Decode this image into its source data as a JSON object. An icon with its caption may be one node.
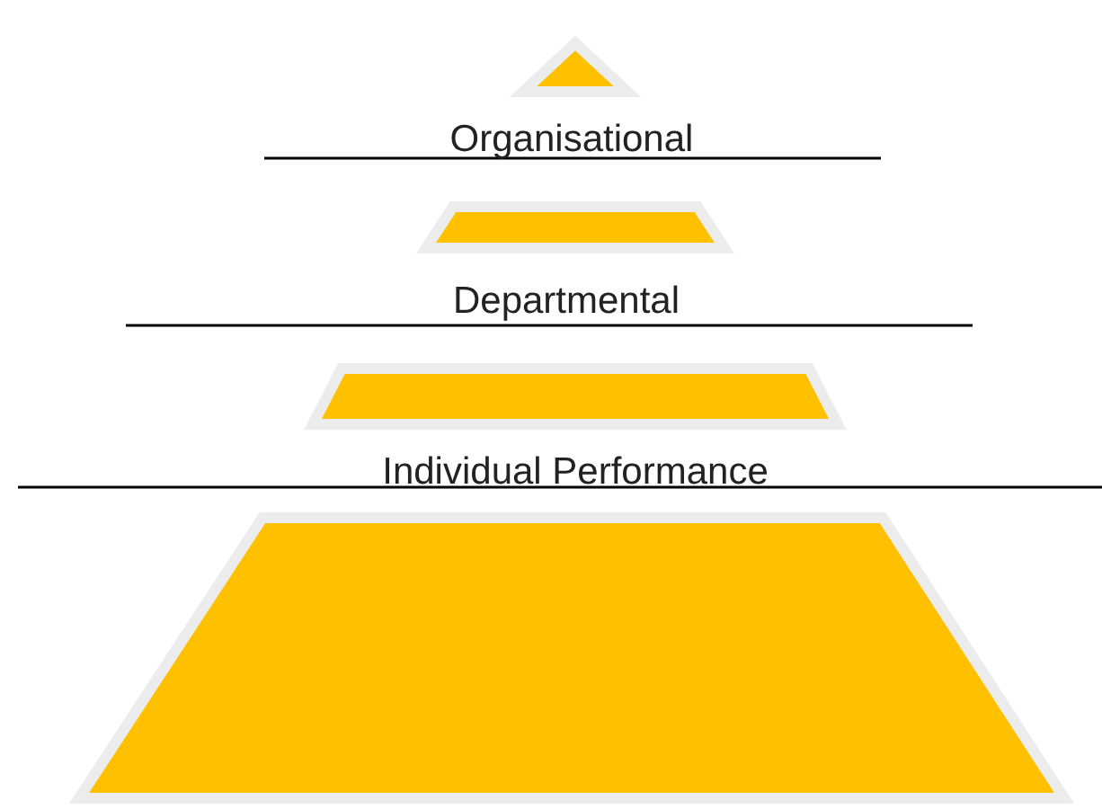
{
  "diagram": {
    "labels": [
      "Organisational",
      "Departmental",
      "Individual Performance"
    ]
  }
}
